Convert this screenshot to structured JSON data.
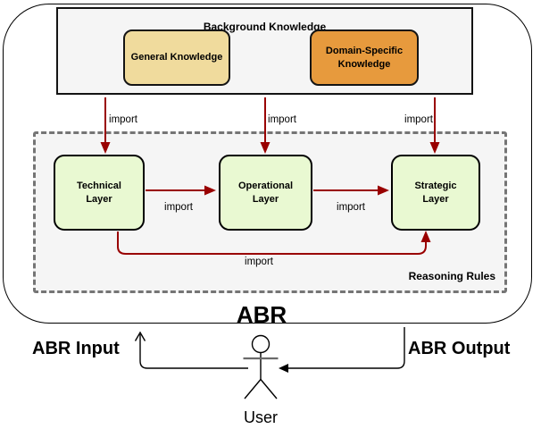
{
  "title": "ABR",
  "background_knowledge": {
    "title": "Background Knowledge",
    "general_label": "General Knowledge",
    "domain_specific_label": "Domain-Specific Knowledge"
  },
  "reasoning": {
    "label": "Reasoning Rules",
    "technical": "Technical Layer",
    "operational": "Operational Layer",
    "strategic": "Strategic Layer"
  },
  "edge_label": "import",
  "io": {
    "input": "ABR Input",
    "output": "ABR Output",
    "user": "User"
  },
  "colors": {
    "general_fill": "#f0db9d",
    "domain_specific_fill": "#e79a3d",
    "layer_fill": "#e9f9d2",
    "panel_fill": "#f5f5f5",
    "arrow_red": "#990000",
    "dashed_border": "#757575"
  }
}
